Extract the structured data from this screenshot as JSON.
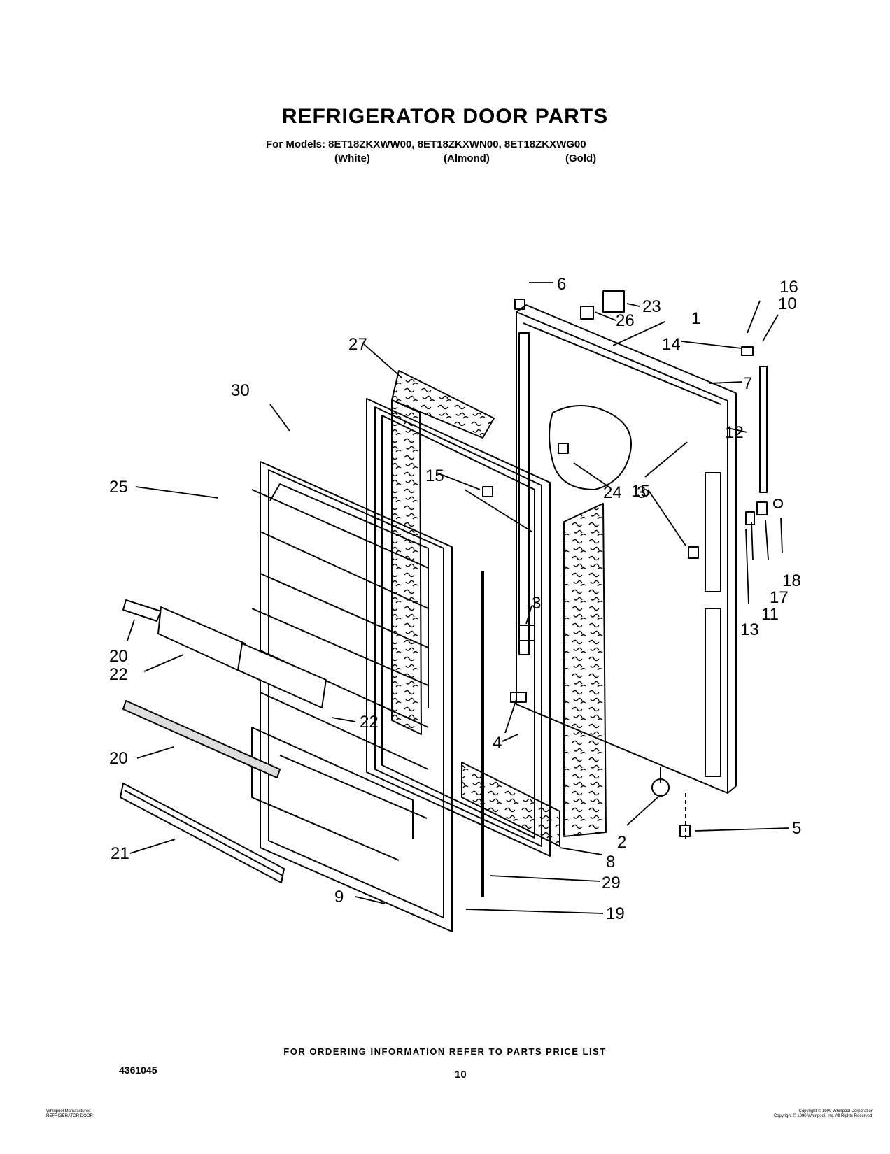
{
  "header": {
    "title": "REFRIGERATOR DOOR PARTS",
    "models_line": "For Models: 8ET18ZKXWW00, 8ET18ZKXWN00, 8ET18ZKXWG00",
    "color_white": "(White)",
    "color_almond": "(Almond)",
    "color_gold": "(Gold)"
  },
  "callouts": [
    "1",
    "2",
    "3",
    "3",
    "4",
    "5",
    "6",
    "7",
    "8",
    "9",
    "10",
    "11",
    "12",
    "13",
    "14",
    "15",
    "15",
    "16",
    "17",
    "18",
    "19",
    "20",
    "20",
    "21",
    "22",
    "22",
    "23",
    "24",
    "25",
    "26",
    "27",
    "29",
    "30"
  ],
  "footer": {
    "ordering_note": "FOR ORDERING INFORMATION REFER TO PARTS PRICE LIST",
    "doc_number": "4361045",
    "page_number": "10",
    "small_left_1": "Whirlpool Manufactured",
    "small_left_2": "REFRIGERATOR DOOR",
    "small_right_1": "Copyright © 1990 Whirlpool Corporation",
    "small_right_2": "Copyright © 1990 Whirlpool, Inc. All Rights Reserved."
  }
}
